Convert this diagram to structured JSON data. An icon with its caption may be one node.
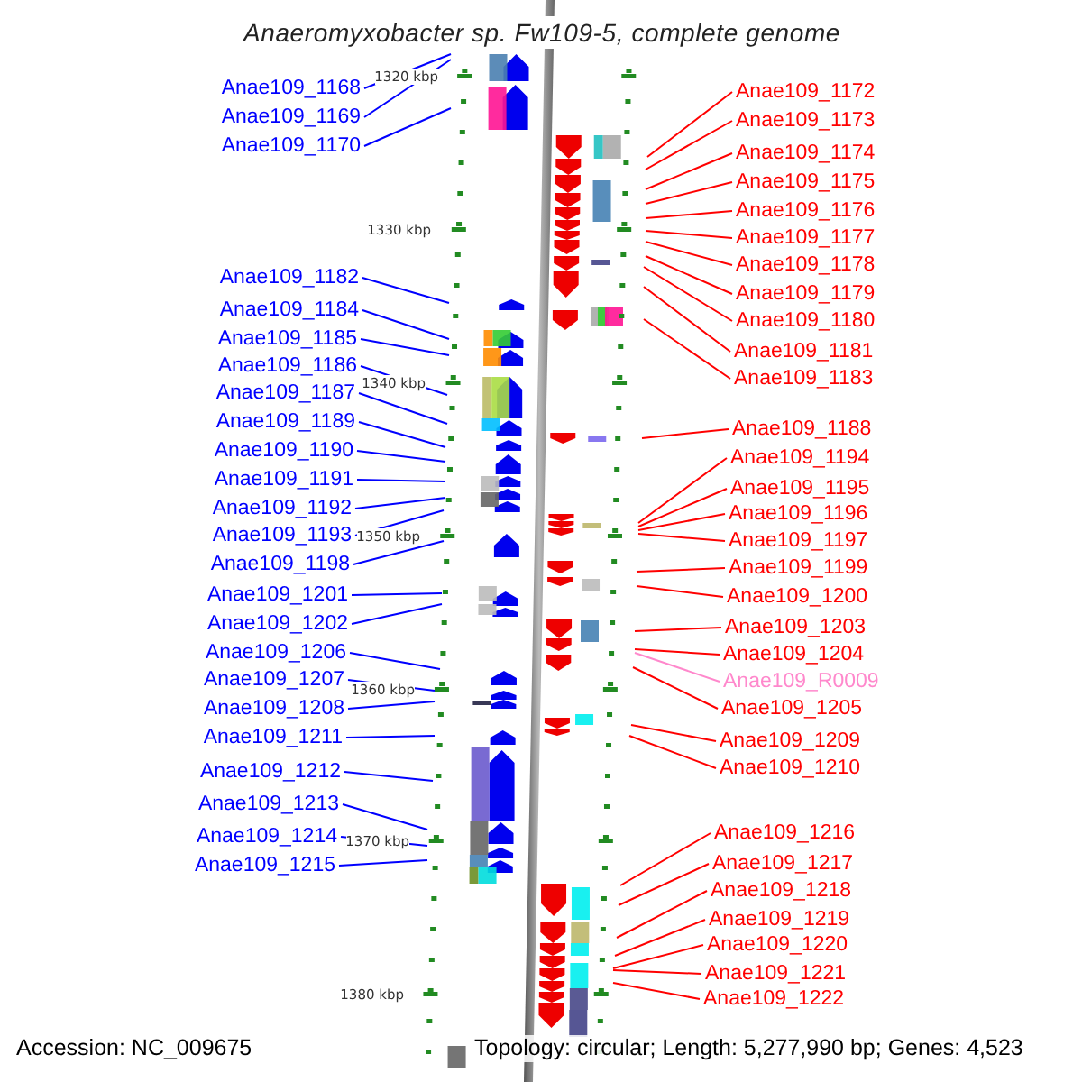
{
  "diagram": {
    "title": "Anaeromyxobacter sp. Fw109-5, complete genome",
    "nodes": [
      {
        "text": [
          "Anae109_1168"
        ]
      },
      {
        "text": [
          "Anae109_1169"
        ]
      },
      {
        "text": [
          "Anae109_1170"
        ]
      },
      {
        "text": [
          "Anae109_1182"
        ]
      },
      {
        "text": [
          "Anae109_1184"
        ]
      },
      {
        "text": [
          "Anae109_1185"
        ]
      },
      {
        "text": [
          "Anae109_1186"
        ]
      },
      {
        "text": [
          "Anae109_1187"
        ]
      },
      {
        "text": [
          "Anae109_1189"
        ]
      },
      {
        "text": [
          "Anae109_1190"
        ]
      },
      {
        "text": [
          "Anae109_1191"
        ]
      },
      {
        "text": [
          "Anae109_1192"
        ]
      },
      {
        "text": [
          "Anae109_1193"
        ]
      },
      {
        "text": [
          "Anae109_1198"
        ]
      },
      {
        "text": [
          "Anae109_1201"
        ]
      },
      {
        "text": [
          "Anae109_1202"
        ]
      },
      {
        "text": [
          "Anae109_1206"
        ]
      },
      {
        "text": [
          "Anae109_1207"
        ]
      },
      {
        "text": [
          "Anae109_1208"
        ]
      },
      {
        "text": [
          "Anae109_1211"
        ]
      },
      {
        "text": [
          "Anae109_1212"
        ]
      },
      {
        "text": [
          "Anae109_1213"
        ]
      },
      {
        "text": [
          "Anae109_1214"
        ]
      },
      {
        "text": [
          "Anae109_1215"
        ]
      },
      {
        "text": [
          "Anae109_1172"
        ]
      },
      {
        "text": [
          "Anae109_1173"
        ]
      },
      {
        "text": [
          "Anae109_1174"
        ]
      },
      {
        "text": [
          "Anae109_1175"
        ]
      },
      {
        "text": [
          "Anae109_1176"
        ]
      },
      {
        "text": [
          "Anae109_1177"
        ]
      },
      {
        "text": [
          "Anae109_1178"
        ]
      },
      {
        "text": [
          "Anae109_1179"
        ]
      },
      {
        "text": [
          "Anae109_1180"
        ]
      },
      {
        "text": [
          "Anae109_1181"
        ]
      },
      {
        "text": [
          "Anae109_1183"
        ]
      },
      {
        "text": [
          "Anae109_1188"
        ]
      },
      {
        "text": [
          "Anae109_1194"
        ]
      },
      {
        "text": [
          "Anae109_1195"
        ]
      },
      {
        "text": [
          "Anae109_1196"
        ]
      },
      {
        "text": [
          "Anae109_1197"
        ]
      },
      {
        "text": [
          "Anae109_1199"
        ]
      },
      {
        "text": [
          "Anae109_1200"
        ]
      },
      {
        "text": [
          "Anae109_1203"
        ]
      },
      {
        "text": [
          "Anae109_1204"
        ]
      },
      {
        "text": [
          "Anae109_R0009"
        ]
      },
      {
        "text": [
          "Anae109_1205"
        ]
      },
      {
        "text": [
          "Anae109_1209"
        ]
      },
      {
        "text": [
          "Anae109_1210"
        ]
      },
      {
        "text": [
          "Anae109_1216"
        ]
      },
      {
        "text": [
          "Anae109_1217"
        ]
      },
      {
        "text": [
          "Anae109_1218"
        ]
      },
      {
        "text": [
          "Anae109_1219"
        ]
      },
      {
        "text": [
          "Anae109_1220"
        ]
      },
      {
        "text": [
          "Anae109_1221"
        ]
      },
      {
        "text": [
          "Anae109_1222"
        ]
      }
    ],
    "edges": [
      {
        "from": 0,
        "to": null,
        "arrow": "none",
        "color": "#0000ff"
      },
      {
        "from": 1,
        "to": null,
        "arrow": "none",
        "color": "#0000ff"
      },
      {
        "from": 2,
        "to": null,
        "arrow": "none",
        "color": "#0000ff"
      },
      {
        "from": 3,
        "to": null,
        "arrow": "none",
        "color": "#0000ff"
      },
      {
        "from": 4,
        "to": null,
        "arrow": "none",
        "color": "#0000ff"
      },
      {
        "from": 5,
        "to": null,
        "arrow": "none",
        "color": "#0000ff"
      },
      {
        "from": 6,
        "to": null,
        "arrow": "none",
        "color": "#0000ff"
      },
      {
        "from": 7,
        "to": null,
        "arrow": "none",
        "color": "#0000ff"
      },
      {
        "from": 8,
        "to": null,
        "arrow": "none",
        "color": "#0000ff"
      },
      {
        "from": 9,
        "to": null,
        "arrow": "none",
        "color": "#0000ff"
      },
      {
        "from": 10,
        "to": null,
        "arrow": "none",
        "color": "#0000ff"
      },
      {
        "from": 11,
        "to": null,
        "arrow": "none",
        "color": "#0000ff"
      },
      {
        "from": 12,
        "to": null,
        "arrow": "none",
        "color": "#0000ff"
      },
      {
        "from": 13,
        "to": null,
        "arrow": "none",
        "color": "#0000ff"
      },
      {
        "from": 14,
        "to": null,
        "arrow": "none",
        "color": "#0000ff"
      },
      {
        "from": 15,
        "to": null,
        "arrow": "none",
        "color": "#0000ff"
      },
      {
        "from": 16,
        "to": null,
        "arrow": "none",
        "color": "#0000ff"
      },
      {
        "from": 17,
        "to": null,
        "arrow": "none",
        "color": "#0000ff"
      },
      {
        "from": 18,
        "to": null,
        "arrow": "none",
        "color": "#0000ff"
      },
      {
        "from": 19,
        "to": null,
        "arrow": "none",
        "color": "#0000ff"
      },
      {
        "from": 20,
        "to": null,
        "arrow": "none",
        "color": "#0000ff"
      },
      {
        "from": 21,
        "to": null,
        "arrow": "none",
        "color": "#0000ff"
      },
      {
        "from": 22,
        "to": null,
        "arrow": "none",
        "color": "#0000ff"
      },
      {
        "from": 23,
        "to": null,
        "arrow": "none",
        "color": "#0000ff"
      },
      {
        "from": 24,
        "to": null,
        "arrow": "none"
      },
      {
        "from": 25,
        "to": null,
        "arrow": "none"
      },
      {
        "from": 26,
        "to": null,
        "arrow": "none"
      },
      {
        "from": 27,
        "to": null,
        "arrow": "none"
      },
      {
        "from": 28,
        "to": null,
        "arrow": "none"
      },
      {
        "from": 29,
        "to": null,
        "arrow": "none"
      },
      {
        "from": 30,
        "to": null,
        "arrow": "none"
      },
      {
        "from": 31,
        "to": null,
        "arrow": "none"
      },
      {
        "from": 32,
        "to": null,
        "arrow": "none"
      },
      {
        "from": 33,
        "to": null,
        "arrow": "none"
      },
      {
        "from": 34,
        "to": null,
        "arrow": "none"
      },
      {
        "from": 35,
        "to": null,
        "arrow": "none"
      },
      {
        "from": 36,
        "to": null,
        "arrow": "none"
      },
      {
        "from": 37,
        "to": null,
        "arrow": "none"
      },
      {
        "from": 38,
        "to": null,
        "arrow": "none"
      },
      {
        "from": 39,
        "to": null,
        "arrow": "none"
      },
      {
        "from": 40,
        "to": null,
        "arrow": "none"
      },
      {
        "from": 41,
        "to": null,
        "arrow": "none"
      },
      {
        "from": 42,
        "to": null,
        "arrow": "none"
      },
      {
        "from": 43,
        "to": null,
        "arrow": "none"
      },
      {
        "from": 44,
        "to": null,
        "arrow": "none",
        "color": "#ff88cc"
      },
      {
        "from": 45,
        "to": null,
        "arrow": "none"
      },
      {
        "from": 46,
        "to": null,
        "arrow": "none"
      },
      {
        "from": 47,
        "to": null,
        "arrow": "none"
      },
      {
        "from": 48,
        "to": null,
        "arrow": "none"
      },
      {
        "from": 49,
        "to": null,
        "arrow": "none"
      },
      {
        "from": 50,
        "to": null,
        "arrow": "none"
      },
      {
        "from": 51,
        "to": null,
        "arrow": "none"
      },
      {
        "from": 52,
        "to": null,
        "arrow": "none"
      },
      {
        "from": 53,
        "to": null,
        "arrow": "none"
      },
      {
        "from": 54,
        "to": null,
        "arrow": "none"
      }
    ],
    "labels": [
      "1320 kbp",
      "1330 kbp",
      "1340 kbp",
      "1350 kbp",
      "1360 kbp",
      "1370 kbp",
      "1380 kbp",
      "Accession: NC_009675",
      "Topology: circular; Length: 5,277,990 bp; Genes: 4,523"
    ]
  }
}
